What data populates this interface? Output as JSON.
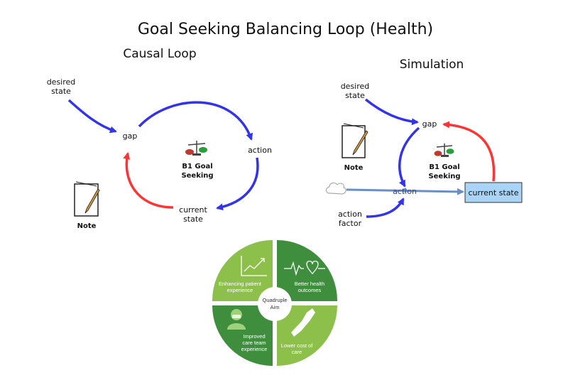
{
  "title": "Goal Seeking Balancing Loop (Health)",
  "causal_loop": {
    "heading": "Causal Loop",
    "desired_state": [
      "desired",
      "state"
    ],
    "gap": "gap",
    "action": "action",
    "current_state": [
      "current",
      "state"
    ],
    "loop_label": [
      "B1 Goal",
      "Seeking"
    ],
    "note": "Note"
  },
  "simulation": {
    "heading": "Simulation",
    "desired_state": [
      "desired",
      "state"
    ],
    "gap": "gap",
    "action": "action",
    "action_factor": [
      "action",
      "factor"
    ],
    "current_state": "current state",
    "loop_label": [
      "B1 Goal",
      "Seeking"
    ],
    "note": "Note"
  },
  "quadruple_aim": {
    "center": [
      "Quadruple",
      "Aim"
    ],
    "quadrants": [
      {
        "lines": [
          "Enhancing patient",
          "experience"
        ],
        "icon": "chart-trend-icon"
      },
      {
        "lines": [
          "Better health",
          "outcomes"
        ],
        "icon": "heartbeat-icon"
      },
      {
        "lines": [
          "Improved",
          "care team",
          "experience"
        ],
        "icon": "clinician-icon"
      },
      {
        "lines": [
          "Lower cost of",
          "care"
        ],
        "icon": "handshake-icon"
      }
    ]
  },
  "colors": {
    "positive_link": "#3333ee",
    "negative_link": "#ff3333",
    "flow": "#6b8ec4",
    "stock_fill": "#a9d4f5",
    "quad_light": "#8cc04b",
    "quad_dark": "#3e8e3e"
  }
}
